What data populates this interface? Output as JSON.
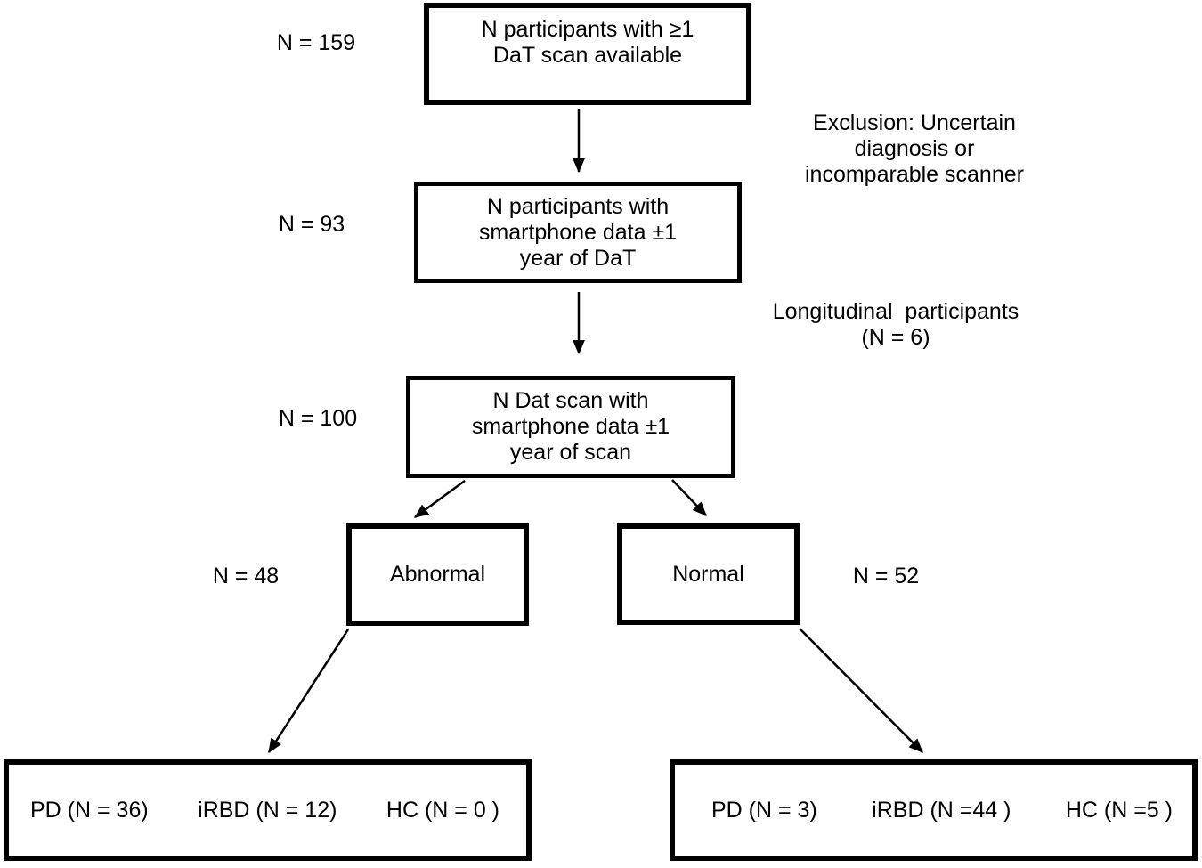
{
  "figure": {
    "background": "#ffffff",
    "ink": "#000000"
  },
  "nodes": {
    "dat_available": {
      "text": "N participants with ≥1\nDaT scan available",
      "count": "N = 159"
    },
    "smartphone": {
      "text": "N participants with\nsmartphone data ±1\nyear of DaT",
      "count": "N = 93"
    },
    "datscan": {
      "text": "N Dat scan with\nsmartphone data ±1\nyear of scan",
      "count": "N = 100"
    },
    "abnormal": {
      "text": "Abnormal",
      "count": "N = 48"
    },
    "normal": {
      "text": "Normal",
      "count": "N = 52"
    },
    "abnormal_breakdown": {
      "pd": "PD (N = 36)",
      "irbd": "iRBD (N = 12)",
      "hc": "HC (N = 0 )"
    },
    "normal_breakdown": {
      "pd": "PD (N = 3)",
      "irbd": "iRBD (N =44 )",
      "hc": "HC (N =5 )"
    }
  },
  "annotations": {
    "exclusion": "Exclusion: Uncertain\ndiagnosis or\nincomparable scanner",
    "longitudinal": "Longitudinal  participants\n(N = 6)"
  }
}
